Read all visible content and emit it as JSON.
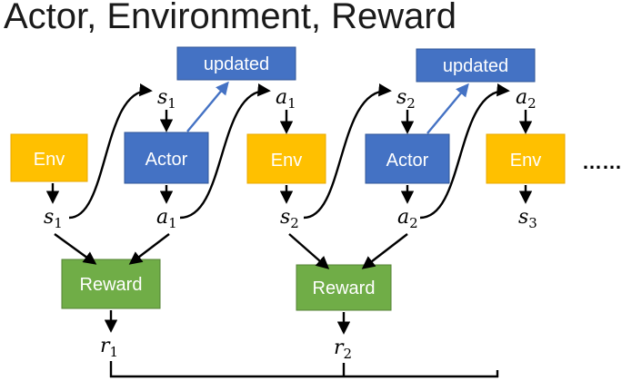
{
  "title": "Actor, Environment, Reward",
  "colors": {
    "env_fill": "#FFC000",
    "env_stroke": "#E8A800",
    "actor_fill": "#4472C4",
    "actor_stroke": "#2F5597",
    "updated_fill": "#4472C4",
    "reward_fill": "#70AD47",
    "reward_stroke": "#548235",
    "arrow": "#000000",
    "update_arrow": "#4472C4"
  },
  "boxes": {
    "env1": "Env",
    "env2": "Env",
    "env3": "Env",
    "actor1": "Actor",
    "actor2": "Actor",
    "updated1": "updated",
    "updated2": "updated",
    "reward1": "Reward",
    "reward2": "Reward"
  },
  "variables": {
    "s1_top": {
      "base": "s",
      "sub": "1"
    },
    "a1_top": {
      "base": "a",
      "sub": "1"
    },
    "s2_top": {
      "base": "s",
      "sub": "2"
    },
    "a2_top": {
      "base": "a",
      "sub": "2"
    },
    "s1_bot": {
      "base": "s",
      "sub": "1"
    },
    "a1_bot": {
      "base": "a",
      "sub": "1"
    },
    "s2_bot": {
      "base": "s",
      "sub": "2"
    },
    "a2_bot": {
      "base": "a",
      "sub": "2"
    },
    "s3_bot": {
      "base": "s",
      "sub": "3"
    },
    "r1": {
      "base": "r",
      "sub": "1"
    },
    "r2": {
      "base": "r",
      "sub": "2"
    }
  },
  "continuation": "……"
}
